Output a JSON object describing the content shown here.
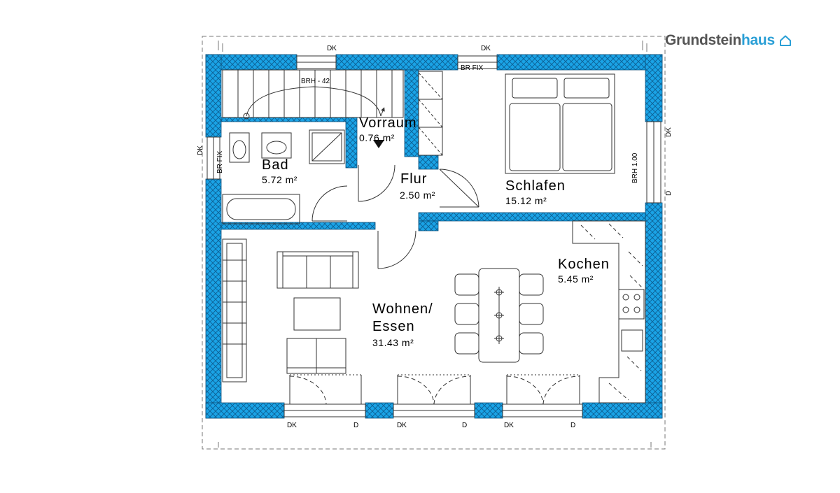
{
  "brand": {
    "name_part1": "Grundstein",
    "name_part2": "haus",
    "icon": "house-outline-icon",
    "color_primary": "#555555",
    "color_accent": "#2a9fd6"
  },
  "colors": {
    "wall_fill": "#1aa3e6",
    "wall_hatch": "#0d5f93",
    "line": "#333333"
  },
  "rooms": {
    "vorraum": {
      "name": "Vorraum",
      "area": "0.76 m²"
    },
    "bad": {
      "name": "Bad",
      "area": "5.72 m²"
    },
    "flur": {
      "name": "Flur",
      "area": "2.50 m²"
    },
    "schlafen": {
      "name": "Schlafen",
      "area": "15.12 m²"
    },
    "kochen": {
      "name": "Kochen",
      "area": "5.45 m²"
    },
    "wohnen": {
      "name_line1": "Wohnen/",
      "name_line2": "Essen",
      "area": "31.43 m²"
    }
  },
  "window_tags": {
    "top_left_dk": "DK",
    "top_right_dk": "DK",
    "brh_stairs": "BRH - 42",
    "br_fix_top": "BR FIX",
    "left_dk": "DK",
    "left_br_fix": "BR FIX",
    "right_dk": "DK",
    "right_d": "D",
    "right_brh": "BRH 1.00",
    "bottom_1_dk": "DK",
    "bottom_1_d": "D",
    "bottom_2_dk": "DK",
    "bottom_2_d": "D",
    "bottom_3_dk": "DK",
    "bottom_3_d": "D"
  }
}
